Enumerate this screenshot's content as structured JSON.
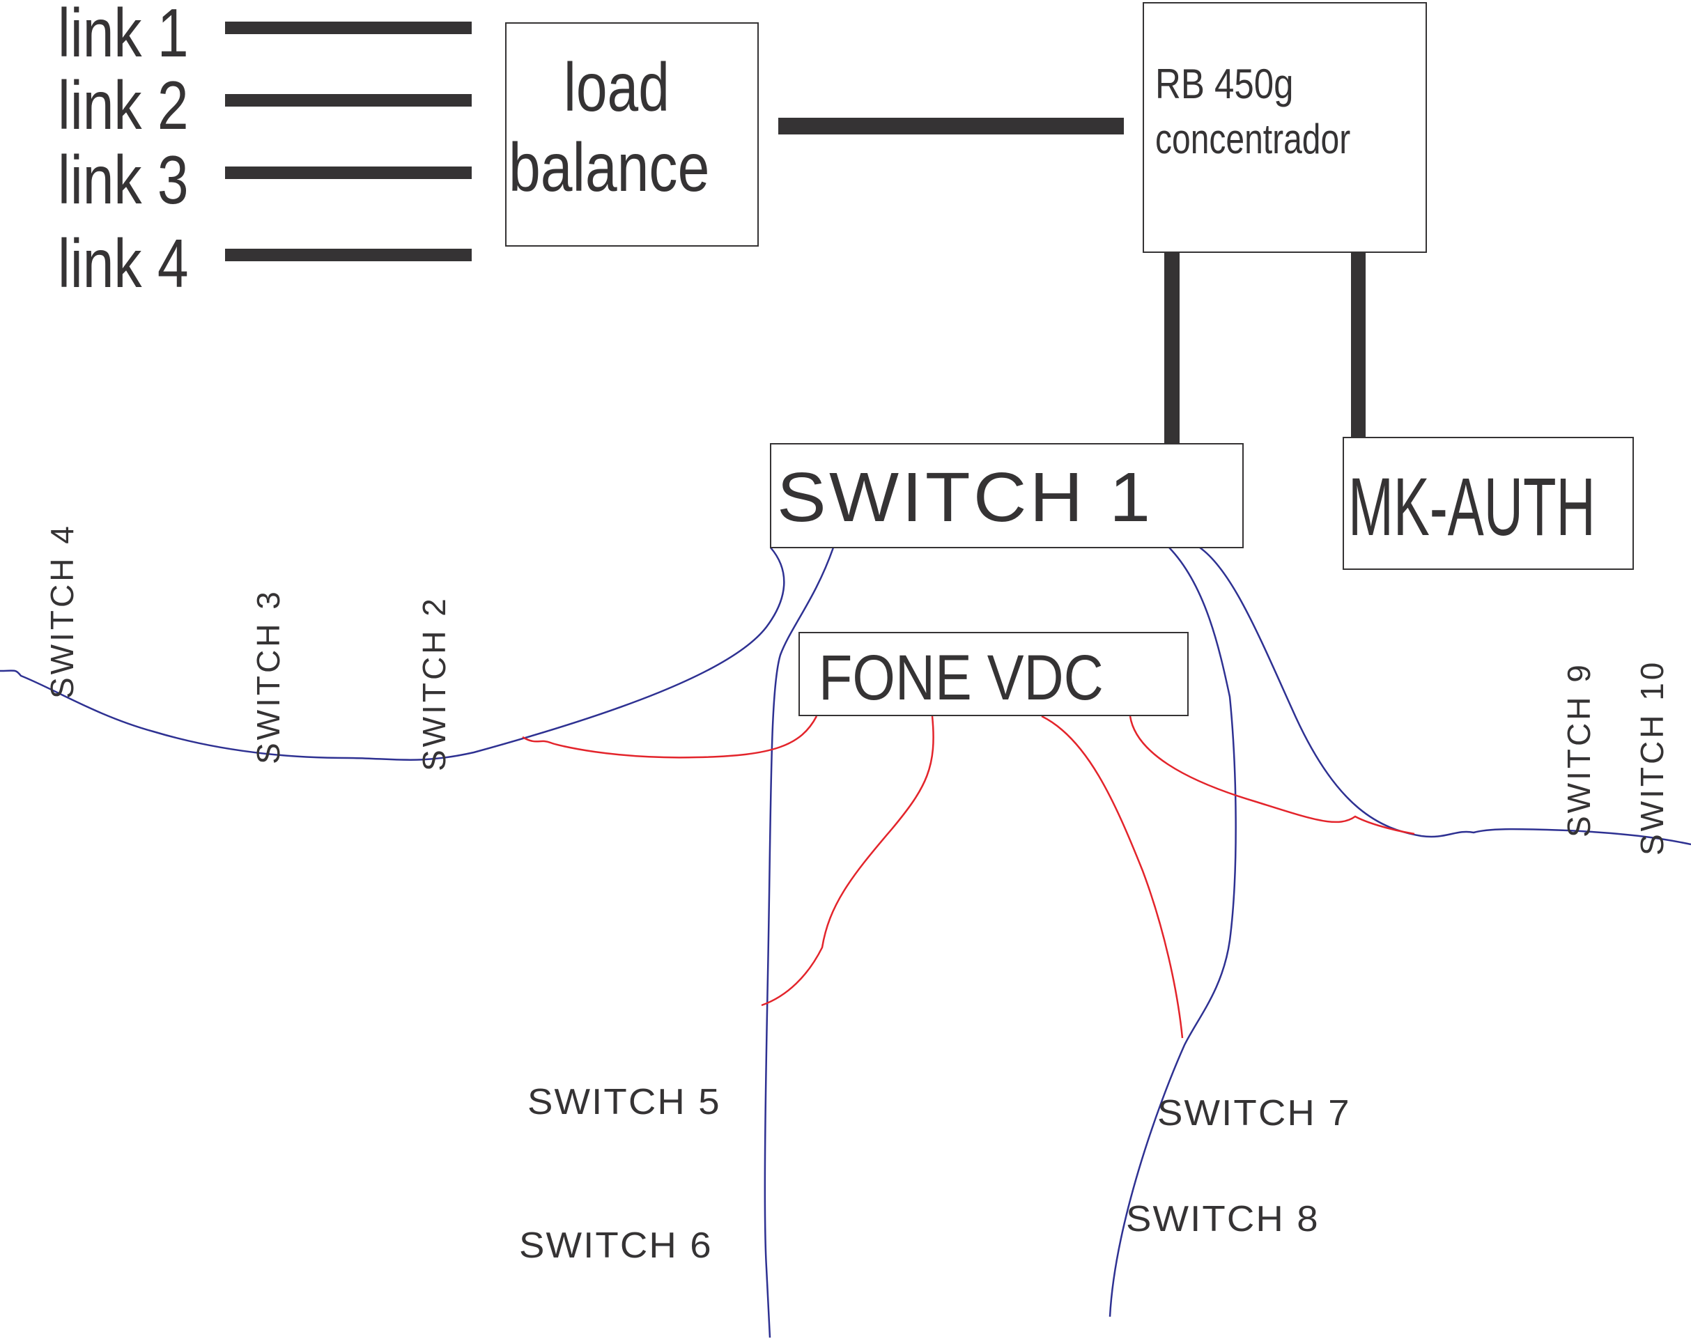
{
  "diagram": {
    "title": "Network topology",
    "colors": {
      "ink": "#353334",
      "trunk_line": "#353334",
      "blue_link": "#2e3192",
      "red_link": "#e3242b"
    },
    "links": [
      {
        "label": "link 1"
      },
      {
        "label": "link 2"
      },
      {
        "label": "link 3"
      },
      {
        "label": "link 4"
      }
    ],
    "nodes": {
      "load_balance": {
        "line1": "load",
        "line2": "balance"
      },
      "concentrator": {
        "line1": "RB 450g",
        "line2": "concentrador"
      },
      "switch1": {
        "label": "SWITCH 1"
      },
      "mk_auth": {
        "label": "MK-AUTH"
      },
      "fone_vdc": {
        "label": "FONE VDC"
      }
    },
    "remote_switches": [
      {
        "label": "SWITCH 2"
      },
      {
        "label": "SWITCH 3"
      },
      {
        "label": "SWITCH 4"
      },
      {
        "label": "SWITCH 5"
      },
      {
        "label": "SWITCH 6"
      },
      {
        "label": "SWITCH 7"
      },
      {
        "label": "SWITCH 8"
      },
      {
        "label": "SWITCH 9"
      },
      {
        "label": "SWITCH 10"
      }
    ]
  }
}
